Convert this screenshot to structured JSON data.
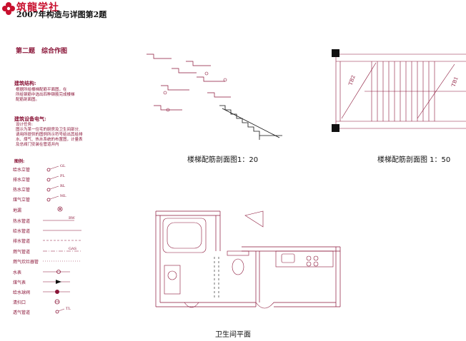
{
  "header": {
    "logo_text": "筑龍学社",
    "title": "2007年构造与详图第2题"
  },
  "page_heading": "第二题　综合作图",
  "structure": {
    "title": "建筑结构:",
    "lines": [
      "根据所给楼梯配筋平面图，在",
      "所给钢筋中选出四种钢筋完成楼梯",
      "配筋剖面图。"
    ]
  },
  "equipment": {
    "title": "建筑设备电气:",
    "lines": [
      "设计任务:",
      "图示为某一住宅的厨房及卫生间部分,",
      "请用所提供的图例所示符号给出其给排",
      "水、煤气、热水系统的布置图，计量表",
      "及总阀门安装在管道井内"
    ]
  },
  "legend": {
    "title": "图例:",
    "items": [
      {
        "label": "给水立管",
        "tag": "GL"
      },
      {
        "label": "排水立管",
        "tag": "PL"
      },
      {
        "label": "热水立管",
        "tag": "RL"
      },
      {
        "label": "煤气立管",
        "tag": "ML"
      },
      {
        "label": "地漏",
        "tag": ""
      },
      {
        "label": "热水管道",
        "tag": "RW"
      },
      {
        "label": "给水管道",
        "tag": ""
      },
      {
        "label": "排水管道",
        "tag": ""
      },
      {
        "label": "燃气管道",
        "tag": "GAS"
      },
      {
        "label": "燃气炊灶器管",
        "tag": ""
      },
      {
        "label": "水表",
        "tag": ""
      },
      {
        "label": "煤气表",
        "tag": ""
      },
      {
        "label": "给水球阀",
        "tag": ""
      },
      {
        "label": "清扫口",
        "tag": ""
      },
      {
        "label": "透气管道",
        "tag": "TL"
      }
    ]
  },
  "drawings": {
    "section_caption": "楼梯配筋剖面图1：20",
    "plan_caption": "楼梯配筋剖面图 1：50",
    "bathroom_caption": "卫生间平面",
    "plan_labels": [
      "TB2",
      "TB1"
    ]
  }
}
